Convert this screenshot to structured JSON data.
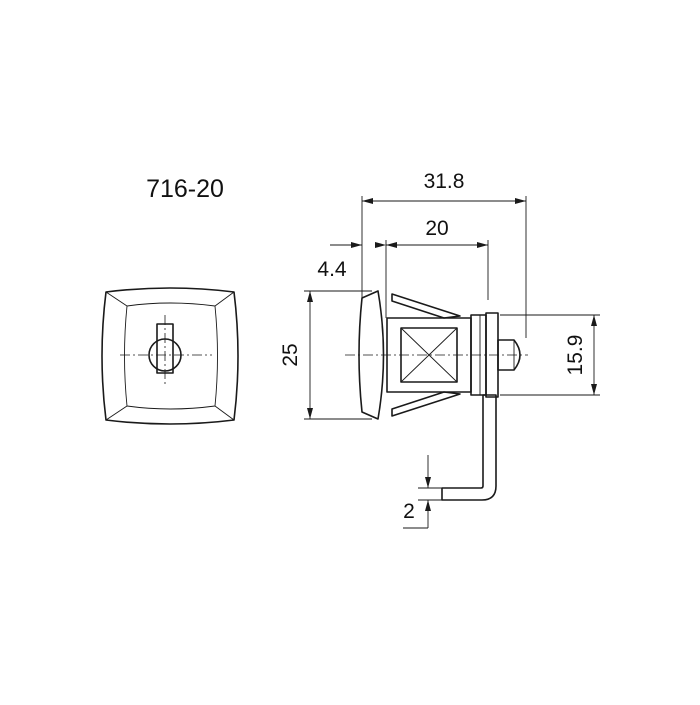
{
  "model": "716-20",
  "dimensions": {
    "overall_length": "31.8",
    "body_length": "20",
    "flange_thickness": "4.4",
    "flange_height": "25",
    "body_height": "15.9",
    "cam_thickness": "2"
  },
  "colors": {
    "line": "#1a1a1a",
    "background": "#ffffff"
  }
}
